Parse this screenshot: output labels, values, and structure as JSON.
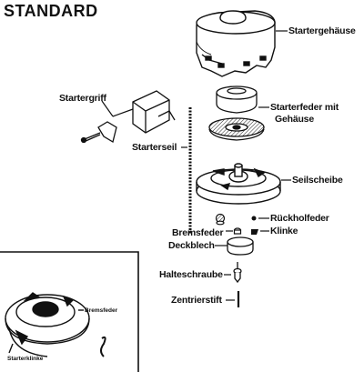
{
  "heading": "STANDARD",
  "labels": {
    "startergehaeuse": "Startergehäuse",
    "startergriff": "Startergriff",
    "starterfeder_line1": "Starterfeder mit",
    "starterfeder_line2": "Gehäuse",
    "starterseil": "Starterseil",
    "seilscheibe": "Seilscheibe",
    "rueckholfeder": "Rückholfeder",
    "bremsfeder": "Bremsfeder",
    "klinke": "Klinke",
    "deckblech": "Deckblech",
    "halteschraube": "Halteschraube",
    "zentrierstift": "Zentrierstift"
  },
  "inset": {
    "bremsfeder": "Bremsfeder",
    "starterklinke": "Starterklinke"
  }
}
